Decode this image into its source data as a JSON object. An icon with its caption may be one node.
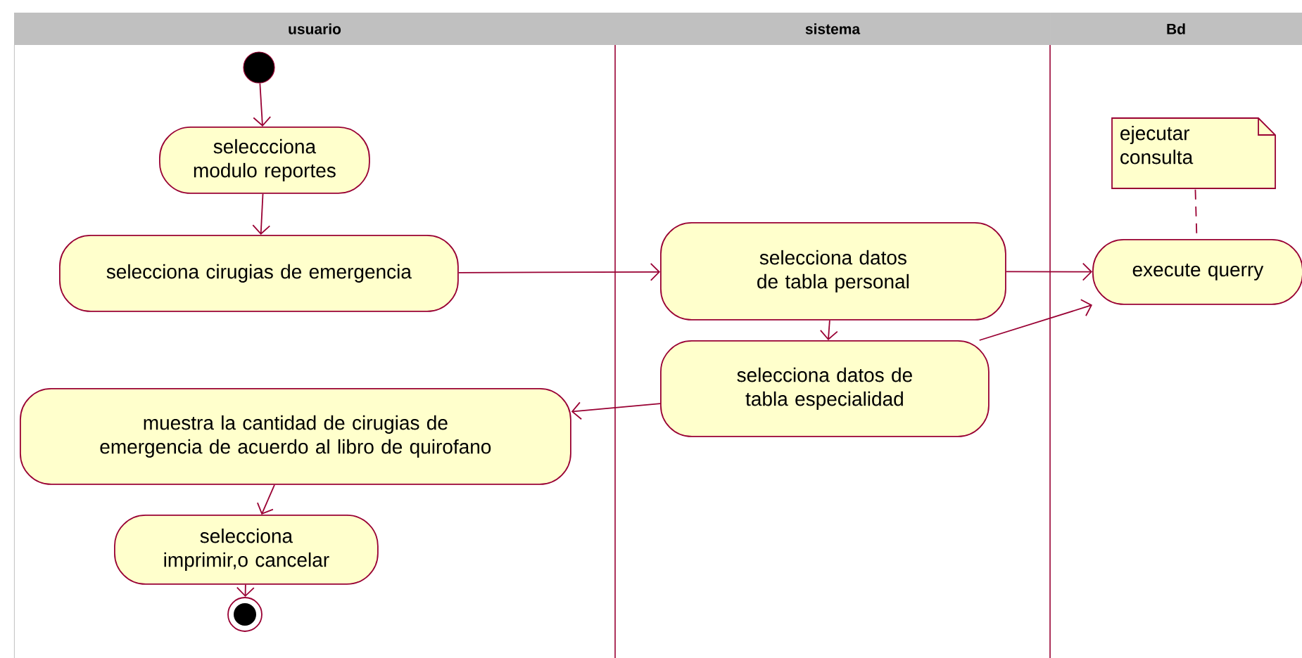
{
  "diagram": {
    "nodes": [
      {
        "text": [
          "usuario"
        ]
      },
      {
        "text": [
          "sistema"
        ]
      },
      {
        "text": [
          "Bd"
        ]
      },
      {
        "text": [],
        "shape": "circle",
        "in": 0
      },
      {
        "text": [
          "seleccciona modulo reportes"
        ],
        "in": 0
      },
      {
        "text": [
          "selecciona cirugias de emergencia"
        ],
        "in": 0
      },
      {
        "text": [
          "selecciona datos de tabla personal"
        ],
        "in": 1
      },
      {
        "text": [
          "selecciona datos de tabla especialidad"
        ],
        "in": 1
      },
      {
        "text": [
          "ejecutar consulta"
        ],
        "in": 2
      },
      {
        "text": [
          "execute querry"
        ],
        "in": 2
      },
      {
        "text": [
          "muestra la cantidad de cirugias de emergencia de acuerdo al libro de quirofano"
        ],
        "in": 0
      },
      {
        "text": [
          "selecciona imprimir,o cancelar"
        ],
        "in": 0
      },
      {
        "text": [],
        "shape": "bullseye",
        "in": 0
      }
    ],
    "edges": [
      {
        "from": 3,
        "to": 4,
        "arrow": "to"
      },
      {
        "from": 4,
        "to": 5,
        "arrow": "to"
      },
      {
        "from": 5,
        "to": 6,
        "arrow": "to"
      },
      {
        "from": 6,
        "to": 7,
        "arrow": "to"
      },
      {
        "from": 6,
        "to": 9,
        "arrow": "to"
      },
      {
        "from": 7,
        "to": 9,
        "arrow": "to"
      },
      {
        "from": 7,
        "to": 10,
        "arrow": "to"
      },
      {
        "from": 10,
        "to": 11,
        "arrow": "to"
      },
      {
        "from": 11,
        "to": 12,
        "arrow": "to"
      },
      {
        "from": 8,
        "to": 9,
        "arrow": "none",
        "style": "dashed"
      }
    ]
  }
}
